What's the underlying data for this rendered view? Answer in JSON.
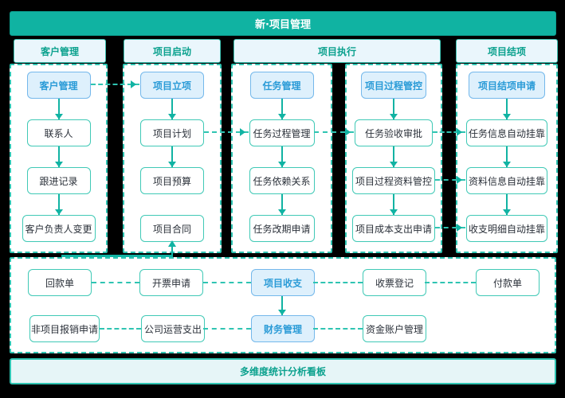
{
  "top_banner": "新·项目管理",
  "bottom_banner": "多维度统计分析看板",
  "columns": [
    {
      "header": "客户管理",
      "boxes": [
        "客户管理",
        "联系人",
        "跟进记录",
        "客户负责人变更"
      ]
    },
    {
      "header": "项目启动",
      "boxes": [
        "项目立项",
        "项目计划",
        "项目预算",
        "项目合同"
      ]
    },
    {
      "header": "项目执行",
      "left": [
        "任务管理",
        "任务过程管理",
        "任务依赖关系",
        "任务改期申请"
      ],
      "right": [
        "项目过程管控",
        "任务验收审批",
        "项目过程资料管控",
        "项目成本支出申请"
      ]
    },
    {
      "header": "项目结项",
      "boxes": [
        "项目结项申请",
        "任务信息自动挂靠",
        "资料信息自动挂靠",
        "收支明细自动挂靠"
      ]
    }
  ],
  "finance": {
    "row1": [
      "回款单",
      "开票申请",
      "项目收支",
      "收票登记",
      "付款单"
    ],
    "row2": [
      "非项目报销申请",
      "公司运营支出",
      "财务管理",
      "资金账户管理"
    ]
  },
  "connections": [
    "客户管理 ⇢ 项目立项",
    "项目计划 ⇢ 任务过程管理",
    "任务过程管理 ⇢ 任务验收审批",
    "任务验收审批 ⇢ 任务信息自动挂靠",
    "项目过程资料管控 ⇢ 资料信息自动挂靠",
    "项目成本支出申请 ⇢ 收支明细自动挂靠",
    "项目收支 → 财务管理",
    "回款单 → 项目合同"
  ],
  "palette": {
    "page_bg": "#000000",
    "banner_bg": "#10b3a2",
    "banner_text": "#ffffff",
    "dashed_border": "#2fc4b2",
    "node_border": "#40c9b6",
    "header_bg": "#eaf6fc",
    "header_text": "#0ba18e",
    "highlight_bg": "#def0fc",
    "highlight_border": "#74b8eb",
    "highlight_text": "#2a9bd7",
    "arrow": "#11b3a3"
  }
}
